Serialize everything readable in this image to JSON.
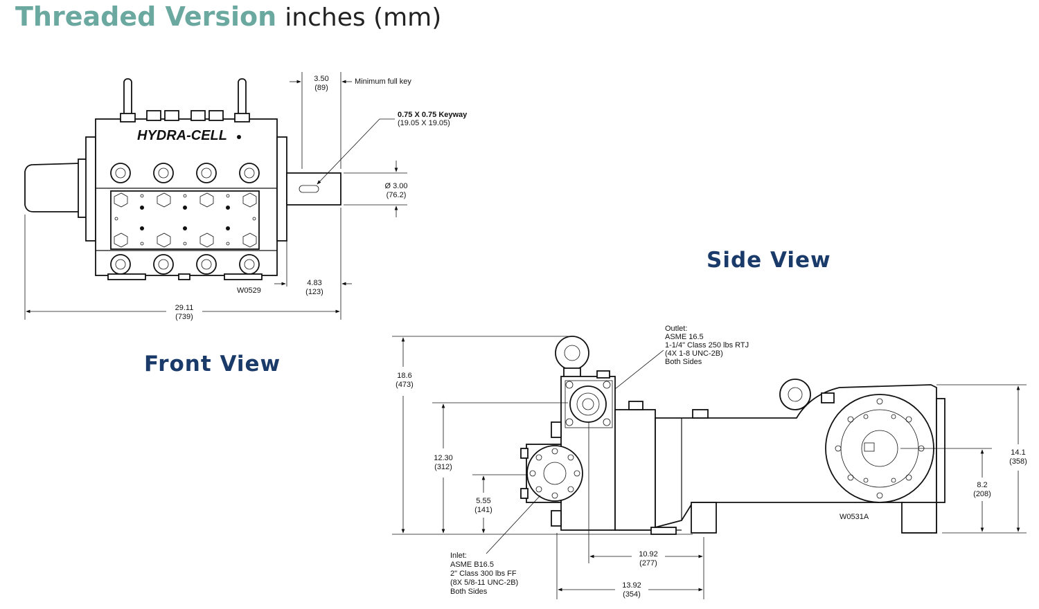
{
  "title": {
    "main": "Threaded Version",
    "units": "inches (mm)"
  },
  "views": {
    "front": "Front  View",
    "side": "Side  View"
  },
  "front": {
    "brand": "HYDRA-CELL",
    "drawing_no": "W0529",
    "dim_key_top": "3.50",
    "dim_key_top_mm": "(89)",
    "min_key": "Minimum full key",
    "keyway": "0.75 X 0.75 Keyway",
    "keyway_mm": "(19.05 X 19.05)",
    "shaft_dia": "Ø 3.00",
    "shaft_dia_mm": "(76.2)",
    "shaft_len": "4.83",
    "shaft_len_mm": "(123)",
    "overall": "29.11",
    "overall_mm": "(739)"
  },
  "side": {
    "drawing_no": "W0531A",
    "outlet": [
      "Outlet:",
      "ASME 16.5",
      "1-1/4\" Class 250 lbs RTJ",
      "(4X 1-8 UNC-2B)",
      "Both Sides"
    ],
    "inlet": [
      "Inlet:",
      "ASME B16.5",
      "2\" Class 300 lbs FF",
      "(8X 5/8-11 UNC-2B)",
      "Both Sides"
    ],
    "h_total": "18.6",
    "h_total_mm": "(473)",
    "h_outlet": "12.30",
    "h_outlet_mm": "(312)",
    "h_inlet": "5.55",
    "h_inlet_mm": "(141)",
    "w1": "10.92",
    "w1_mm": "(277)",
    "w2": "13.92",
    "w2_mm": "(354)",
    "h_right": "14.1",
    "h_right_mm": "(358)",
    "h_shaft": "8.2",
    "h_shaft_mm": "(208)"
  }
}
